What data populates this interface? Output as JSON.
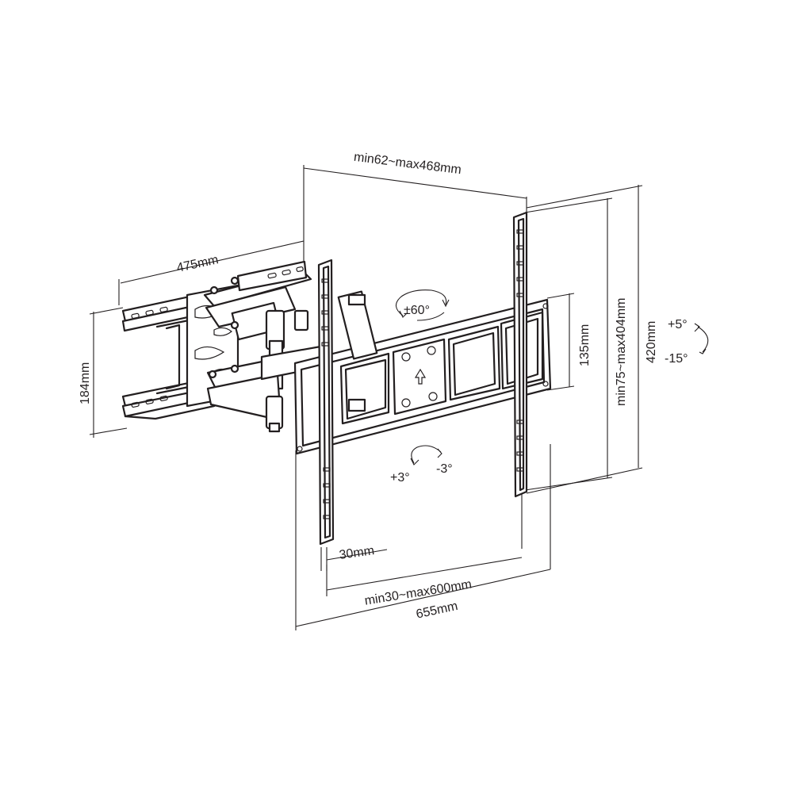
{
  "dimensions": {
    "depth_range": "min62~max468mm",
    "arm_length": "475mm",
    "wall_plate_height": "184mm",
    "pattern_height_small": "135mm",
    "vertical_vesa_range": "min75~max404mm",
    "bracket_height": "420mm",
    "horizontal_vesa_range": "min30~max600mm",
    "total_width": "655mm",
    "rail_width": "30mm"
  },
  "rotations": {
    "swivel": "±60°",
    "tilt_up": "+5°",
    "tilt_down": "-15°",
    "level_plus": "+3°",
    "level_minus": "-3°"
  },
  "colors": {
    "line": "#231f20",
    "background": "#ffffff"
  }
}
